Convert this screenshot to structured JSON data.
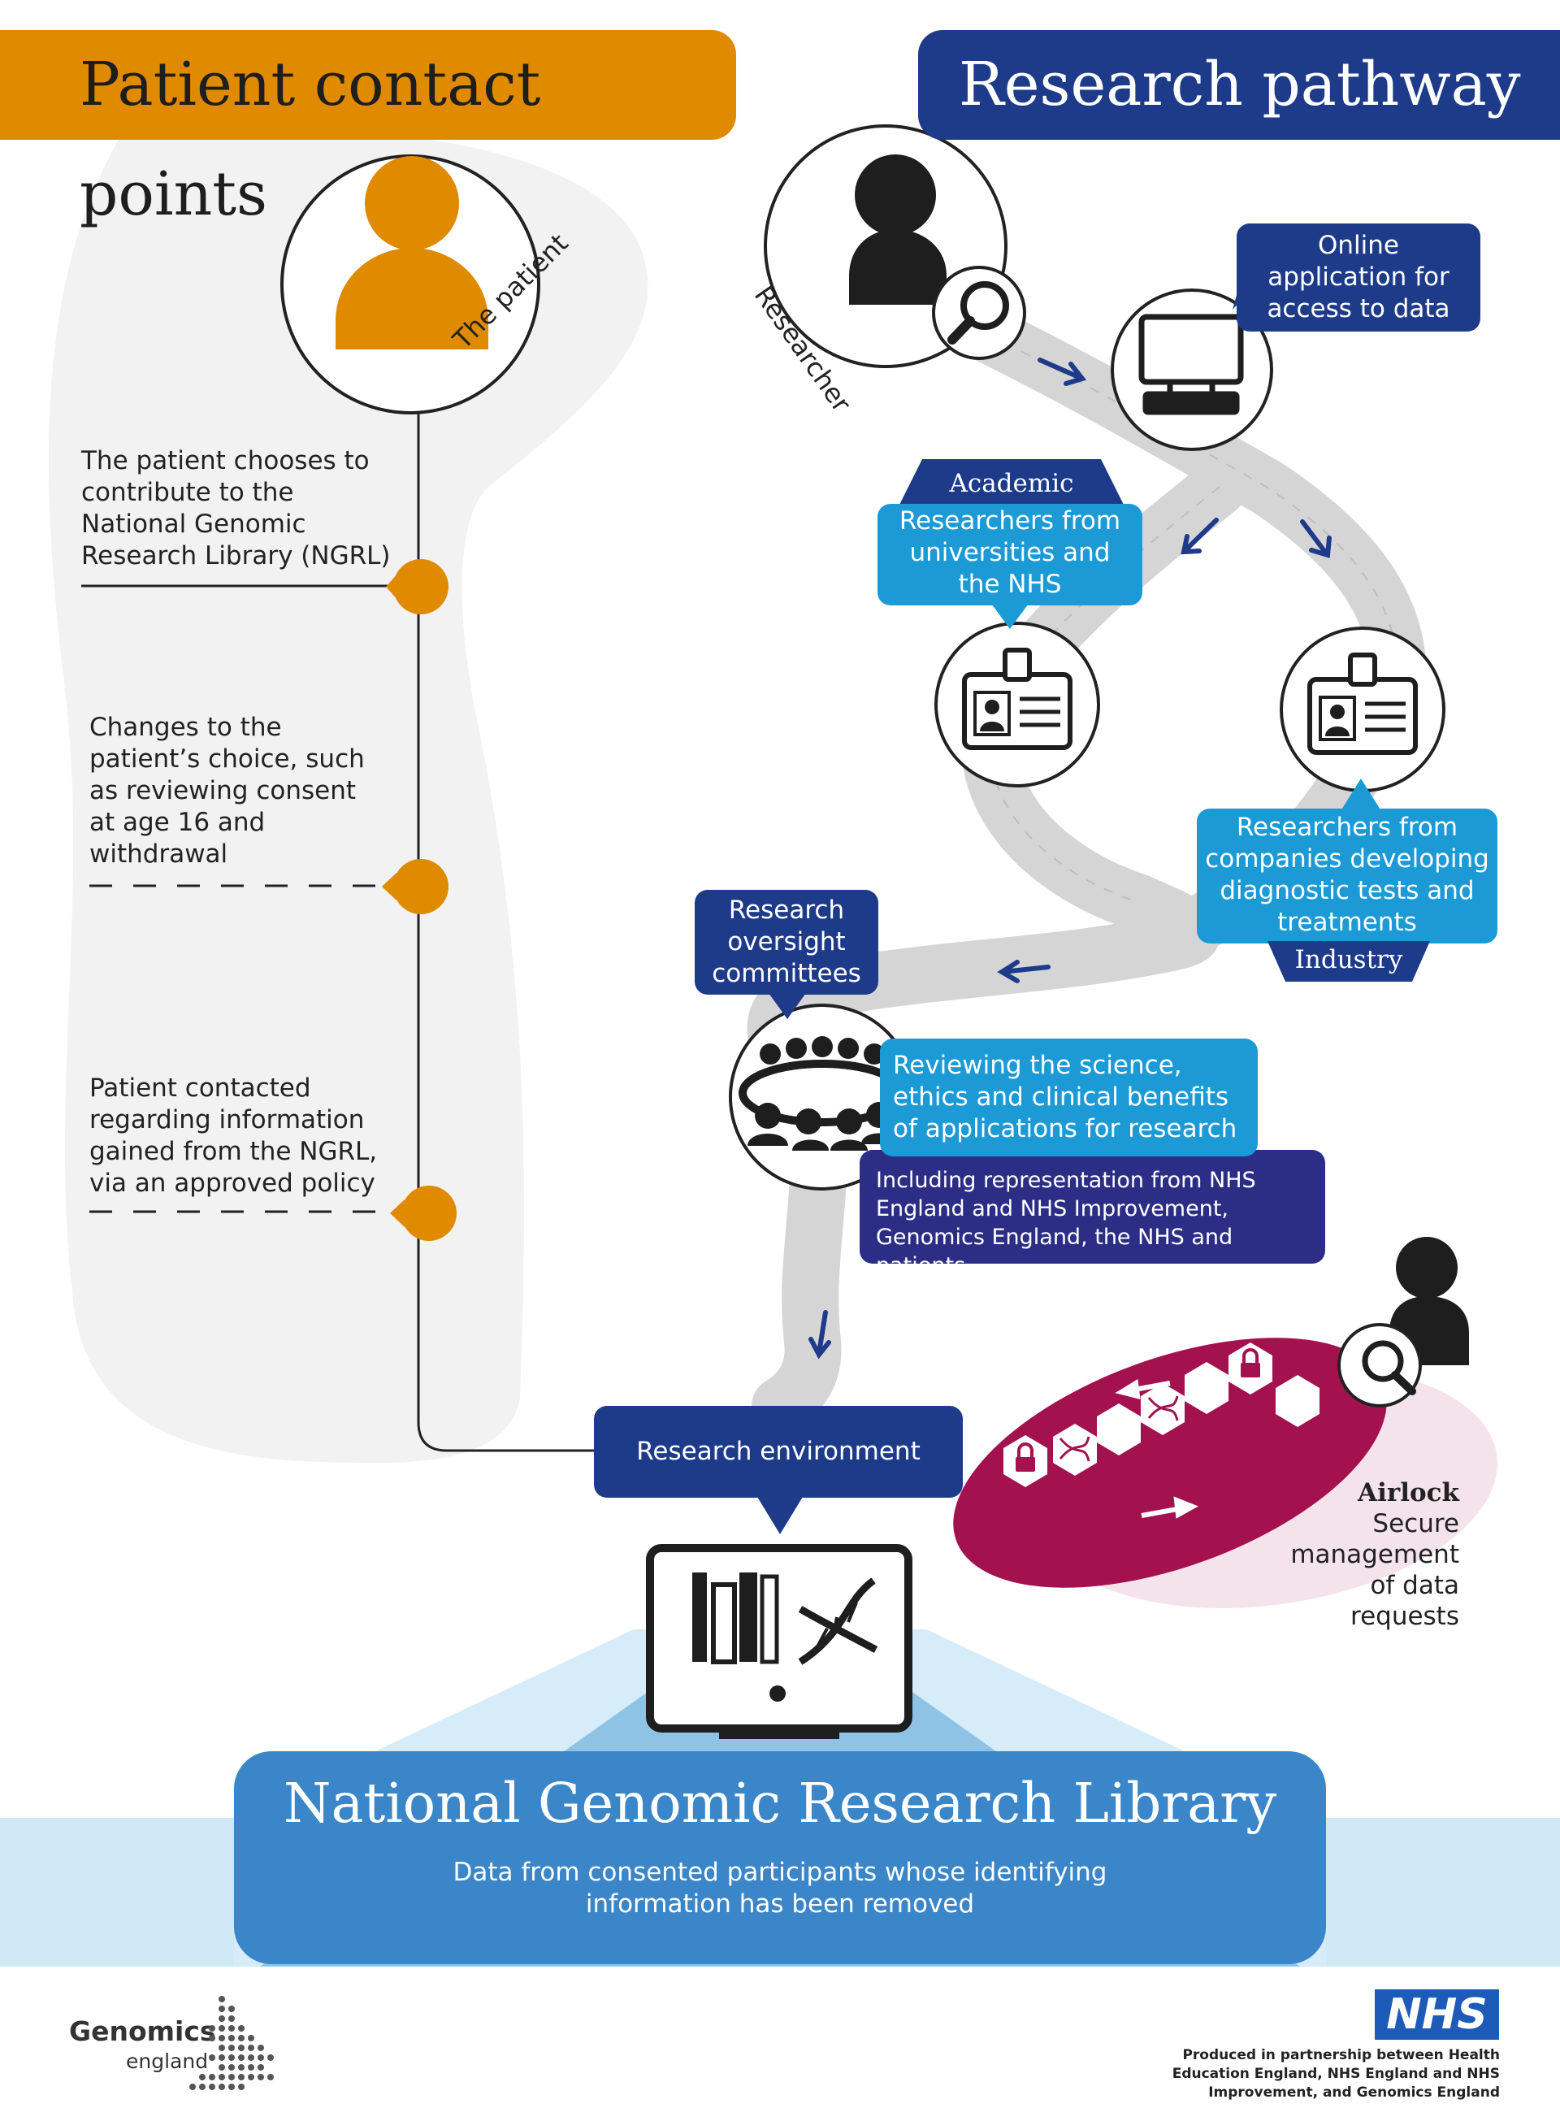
{
  "headers": {
    "left": "Patient contact points",
    "right": "Research pathway"
  },
  "patient": {
    "label": "The patient",
    "contact_points": [
      "The patient chooses to contribute to the National Genomic Research Library (NGRL)",
      "Changes to the patient’s choice, such as reviewing consent at age 16 and withdrawal",
      "Patient contacted regarding information gained from the NGRL, via an approved policy"
    ]
  },
  "researcher": {
    "label": "Researcher"
  },
  "pathway": {
    "online_application": "Online application for access to data",
    "academic_tag": "Academic",
    "academic_text": "Researchers from universities and the NHS",
    "industry_text": "Researchers from companies developing diagnostic tests and treatments",
    "industry_tag": "Industry",
    "oversight": "Research oversight committees",
    "reviewing": "Reviewing the science, ethics and clinical benefits of applications for research",
    "representation": "Including representation from NHS England and NHS Improvement, Genomics England, the NHS and patients",
    "research_environment": "Research environment"
  },
  "airlock": {
    "title": "Airlock",
    "desc": "Secure management of data requests"
  },
  "ngrl": {
    "title": "National Genomic Research Library",
    "subtitle": "Data from consented participants whose identifying information has been removed"
  },
  "footer": {
    "logo_main": "Genomics",
    "logo_sub": "england",
    "nhs": "NHS",
    "partnership": "Produced in partnership between Health Education England, NHS England and NHS Improvement, and Genomics England"
  },
  "colors": {
    "orange": "#e08a00",
    "navy": "#1e3b8a",
    "cyan": "#1b9ad6",
    "indigo": "#2c2d85",
    "magenta": "#a3124f",
    "pink_light": "#f4e3ea",
    "grey_bg": "#f2f2f2",
    "ngrl_blue": "#3a86c8",
    "light_blue": "#cfe9f7"
  },
  "icons": [
    "person-icon",
    "magnifier-icon",
    "computer-icon",
    "id-card-icon",
    "committee-icon",
    "padlock-icon",
    "dna-icon",
    "monitor-icon",
    "arrow-icon"
  ]
}
